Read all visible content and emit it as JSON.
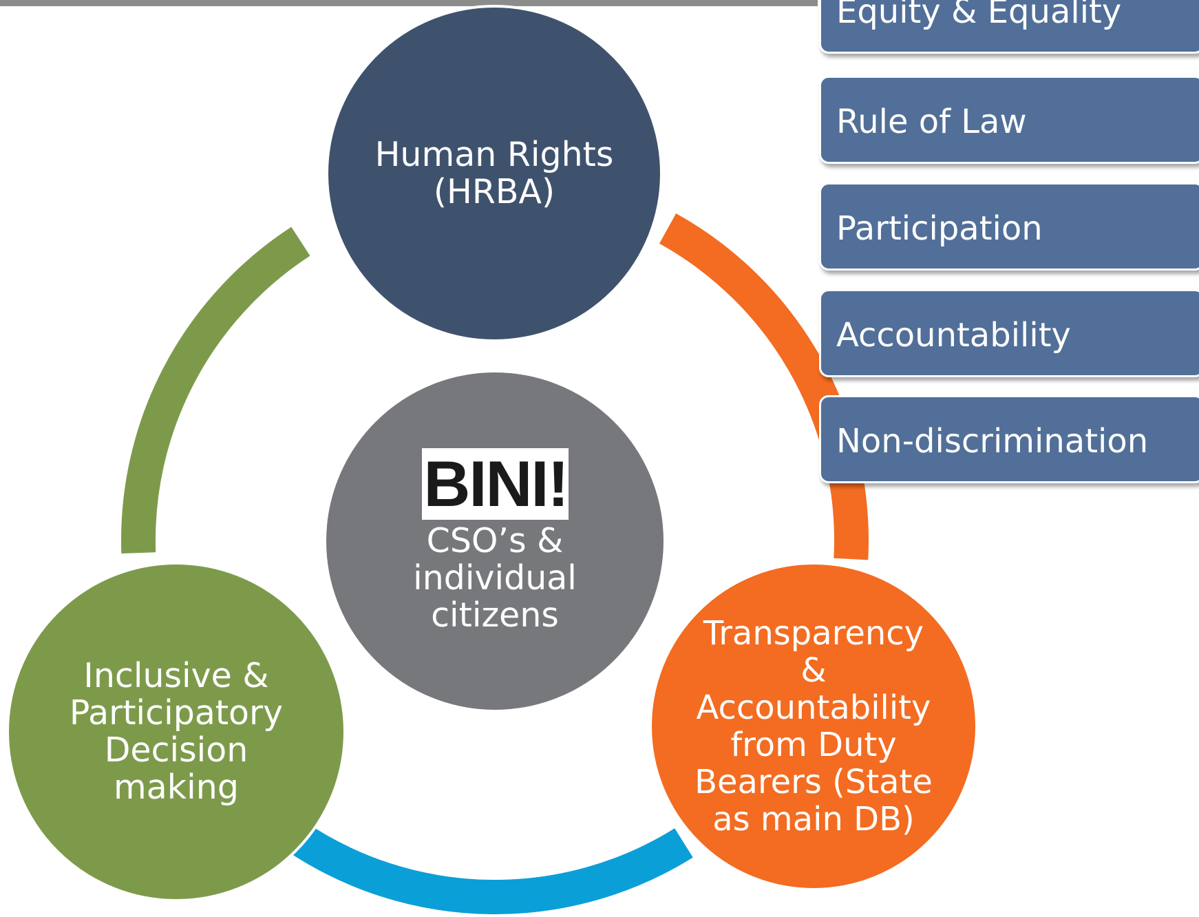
{
  "colors": {
    "navy": "#3f526d",
    "gray": "#77787c",
    "green": "#7d9a4b",
    "orange": "#f36c21",
    "blue": "#0b9fd8",
    "principle_fill": "#516f98"
  },
  "cycle": {
    "top": {
      "label": "Human Rights\n(HRBA)"
    },
    "center": {
      "logo_text": "BINI!",
      "label": "CSO’s &\nindividual\ncitizens"
    },
    "bottom_left": {
      "label": "Inclusive &\nParticipatory\nDecision\nmaking"
    },
    "bottom_right": {
      "label": "Transparency\n&\nAccountability\nfrom Duty\nBearers (State\nas main DB)"
    }
  },
  "principles": [
    "Equity & Equality",
    "Rule of Law",
    "Participation",
    "Accountability",
    "Non-discrimination"
  ]
}
